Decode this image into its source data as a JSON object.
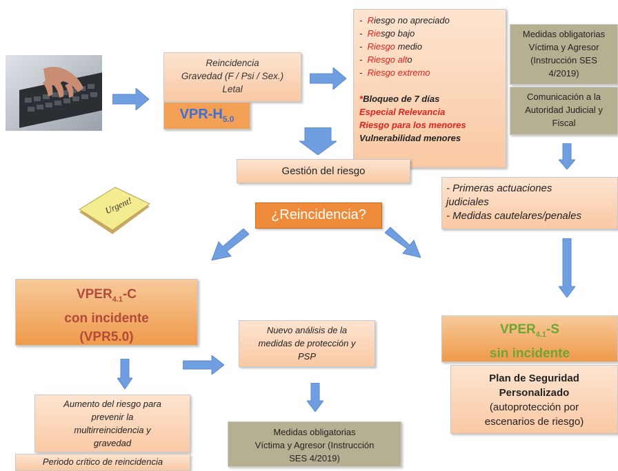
{
  "boxes": {
    "indicators": [
      "Reincidencia",
      "Gravedad (F / Psi / Sex.)",
      "Letal"
    ],
    "vprh": {
      "main": "VPR-H",
      "sub": "5.0"
    },
    "risk_levels": [
      {
        "red": "R",
        "rest": "iesgo no apreciado"
      },
      {
        "red": "Rie",
        "rest": "sgo bajo"
      },
      {
        "red": "Riesgo ",
        "rest": "medio"
      },
      {
        "red": "Riesgo alt",
        "rest": "o"
      },
      {
        "red": "Riesgo extremo",
        "rest": ""
      }
    ],
    "bloqueo": {
      "star": "*",
      "text": "Bloqueo de 7 días"
    },
    "especial": "Especial Relevancia",
    "menores": "Riesgo para los menores",
    "vulnerabilidad": "Vulnerabilidad menores",
    "medidas_top": [
      "Medidas obligatorias",
      "Víctima y Agresor",
      "(Instrucción SES",
      "4/2019)"
    ],
    "comunicacion": [
      "Comunicación a la",
      "Autoridad Judicial y",
      "Fiscal"
    ],
    "gestion": "Gestión del riesgo",
    "reincidencia_q": "¿Reincidencia?",
    "primeras": [
      "- Primeras actuaciones",
      "judiciales",
      "- Medidas cautelares/penales"
    ],
    "vperc": {
      "name": "VPER",
      "sub": "4.1",
      "suffix": "-C",
      "line2": "con incidente",
      "line3": "(VPR5.0)"
    },
    "nuevo": [
      "Nuevo análisis de la",
      "medidas de protección y",
      "PSP"
    ],
    "aumento": [
      "Aumento del riesgo para",
      "prevenir la",
      "multirreincidencia y",
      "gravedad"
    ],
    "periodo": "Periodo crítico de reincidencia",
    "medidas_bottom": {
      "line1": "Medidas obligatorias",
      "line2a": "Víctima y Agresor (",
      "line2b": "Instrucción",
      "line3": "SES 4/2019)"
    },
    "vpers": {
      "name": "VPER",
      "sub": "4.1",
      "suffix": "-S",
      "line2": "sin incidente"
    },
    "plan": {
      "bold1": "Plan de Seguridad",
      "bold2": "Personalizado",
      "line3": "(autoprotección por",
      "line4": "escenarios de riesgo)"
    }
  },
  "images": {
    "keyboard": "keyboard-photo",
    "note": "Urgent!"
  },
  "colors": {
    "arrow": "#6f9fe1",
    "red_text": "#e0211c",
    "vprh_text": "#3b6fd6",
    "vper_c_text": "#b24a3a",
    "vper_s_text": "#6fa52f",
    "olive": "#b5b091"
  }
}
